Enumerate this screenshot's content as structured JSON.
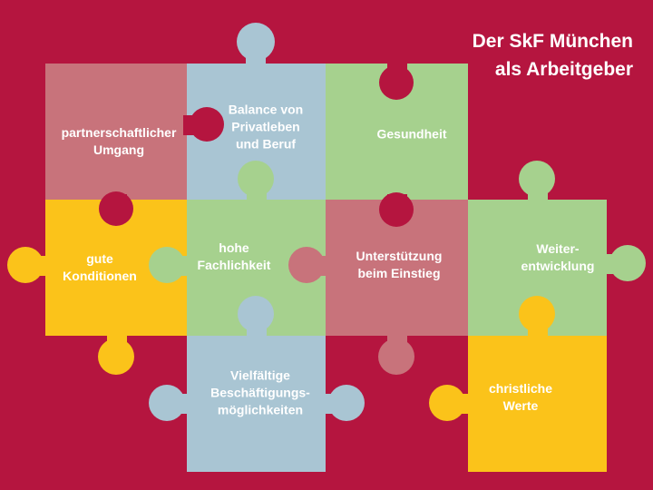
{
  "title": {
    "line1": "Der SkF München",
    "line2": "als Arbeitgeber"
  },
  "colors": {
    "background": "#b5153f",
    "rose": "#c8737b",
    "blue": "#a9c5d3",
    "green": "#a6d18e",
    "yellow": "#fbc31a",
    "text": "#ffffff"
  },
  "pieces": {
    "partnerschaftlicher": {
      "color": "rose",
      "line1": "partnerschaftlicher",
      "line2": "Umgang"
    },
    "balance": {
      "color": "blue",
      "line1": "Balance von",
      "line2": "Privatleben",
      "line3": "und Beruf"
    },
    "gesundheit": {
      "color": "green",
      "line1": "Gesundheit"
    },
    "gute_konditionen": {
      "color": "yellow",
      "line1": "gute",
      "line2": "Konditionen"
    },
    "hohe_fachlichkeit": {
      "color": "green",
      "line1": "hohe",
      "line2": "Fachlichkeit"
    },
    "unterstuetzung": {
      "color": "rose",
      "line1": "Unterstützung",
      "line2": "beim Einstieg"
    },
    "weiterentwicklung": {
      "color": "green",
      "line1": "Weiter-",
      "line2": "entwicklung"
    },
    "vielfaeltige": {
      "color": "blue",
      "line1": "Vielfältige",
      "line2": "Beschäftigungs-",
      "line3": "möglichkeiten"
    },
    "christliche_werte": {
      "color": "yellow",
      "line1": "christliche",
      "line2": "Werte"
    }
  }
}
